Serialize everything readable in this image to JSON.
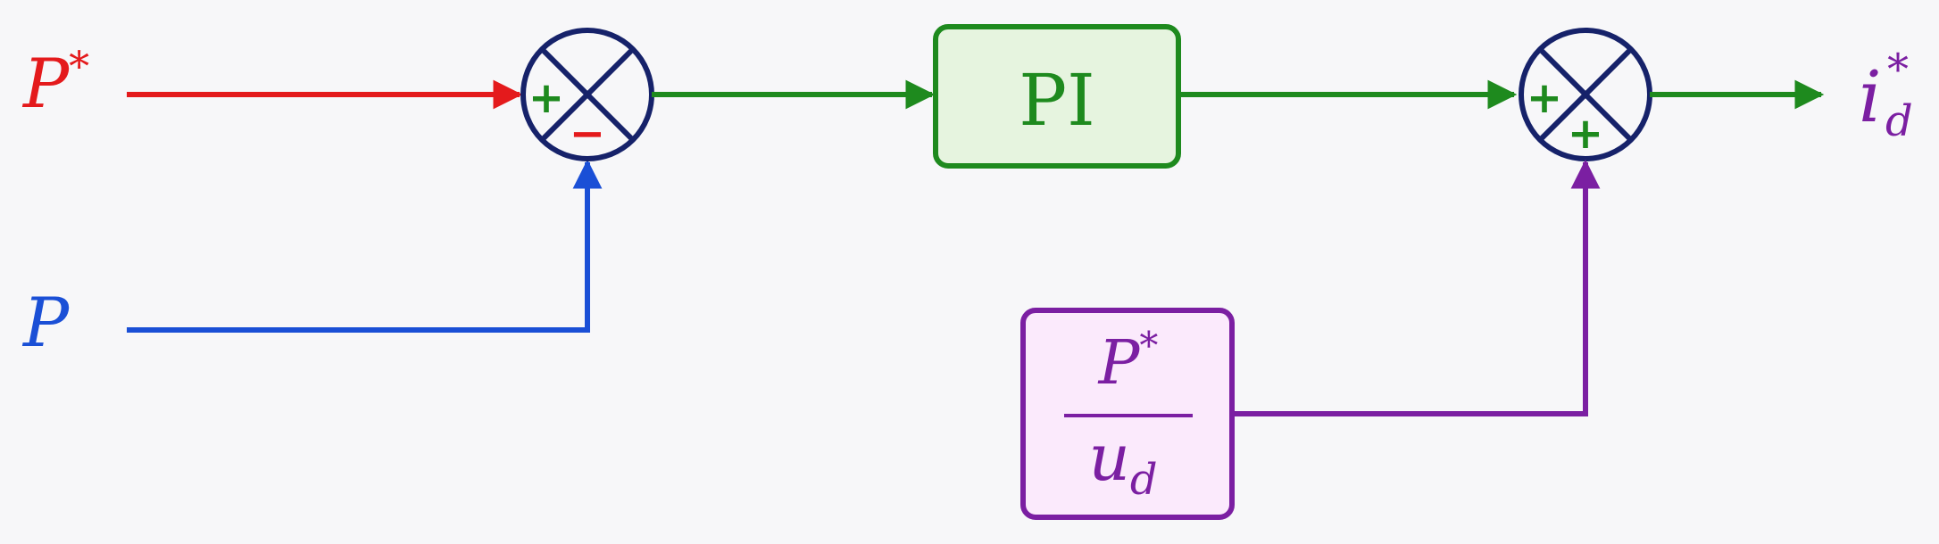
{
  "inputs": {
    "reference": {
      "symbol": "P",
      "superscript": "*"
    },
    "measured": {
      "symbol": "P"
    }
  },
  "sum1": {
    "plus": "+",
    "minus": "−"
  },
  "pi_block": {
    "label": "PI"
  },
  "feedforward_block": {
    "numerator_symbol": "P",
    "numerator_superscript": "*",
    "denominator_symbol": "u",
    "denominator_subscript": "d"
  },
  "sum2": {
    "plus_top": "+",
    "plus_bottom": "+"
  },
  "output": {
    "symbol": "i",
    "subscript": "d",
    "superscript": "*"
  },
  "colors": {
    "reference": "#e41a1c",
    "measured": "#1a4fd6",
    "controller": "#1e8a1e",
    "controller_fill": "#e6f4df",
    "feedforward": "#7b1fa2",
    "feedforward_fill": "#fbeafc",
    "summing_junction": "#16226a"
  }
}
